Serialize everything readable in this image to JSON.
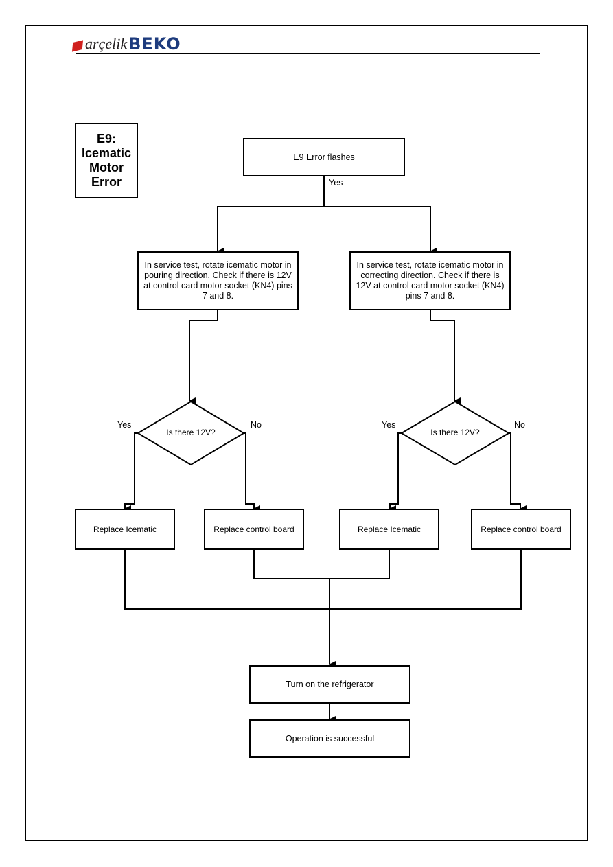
{
  "header": {
    "brand_primary": "arçelik",
    "brand_secondary": "BEKO",
    "brand_primary_color": "#231f20",
    "brand_accent_color": "#d0201e",
    "brand_secondary_color": "#1d3b7d"
  },
  "title": "E9:\nIcematic\nMotor\nError",
  "flowchart": {
    "start": "E9 Error flashes",
    "start_yes": "Yes",
    "left_check": "In service test, rotate icematic motor in pouring direction. Check if there is 12V at control card motor socket (KN4) pins 7 and 8.",
    "right_check": "In service test, rotate icematic motor in correcting direction. Check if there is 12V at control card motor socket (KN4) pins 7 and 8.",
    "decision_left": "Is there 12V?",
    "decision_right": "Is there 12V?",
    "yes_label": "Yes",
    "no_label": "No",
    "replace_icematic": "Replace Icematic",
    "replace_board": "Replace control board",
    "turn_on": "Turn on the refrigerator",
    "success": "Operation is successful"
  }
}
